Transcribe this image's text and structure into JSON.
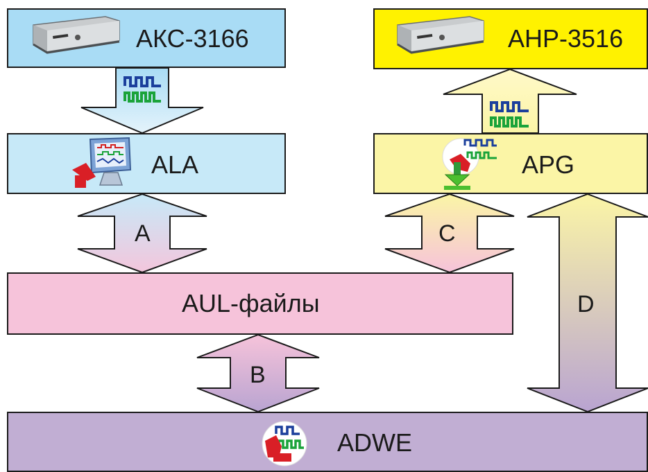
{
  "colors": {
    "akc_box": "#a9dcf5",
    "ala_box": "#c7e9f8",
    "ahp_box": "#fff200",
    "apg_box": "#fbf5a6",
    "aul_box": "#f6c3da",
    "adwe_box": "#c1aed3",
    "outline": "#1a1a1a"
  },
  "nodes": {
    "akc": {
      "label": "АКС-3166",
      "icon": "daq-device-icon"
    },
    "ala": {
      "label": "ALA",
      "icon": "logic-analyzer-icon"
    },
    "ahp": {
      "label": "AHP-3516",
      "icon": "daq-device-icon"
    },
    "apg": {
      "label": "APG",
      "icon": "pattern-generator-icon"
    },
    "aul": {
      "label": "AUL-файлы"
    },
    "adwe": {
      "label": "ADWE",
      "icon": "waveform-editor-icon"
    }
  },
  "arrows": {
    "a": {
      "label": "A"
    },
    "b": {
      "label": "B"
    },
    "c": {
      "label": "C"
    },
    "d": {
      "label": "D"
    },
    "akc_to_ala": {
      "icon": "digital-signal-icon"
    },
    "apg_to_ahp": {
      "icon": "digital-signal-icon"
    }
  }
}
